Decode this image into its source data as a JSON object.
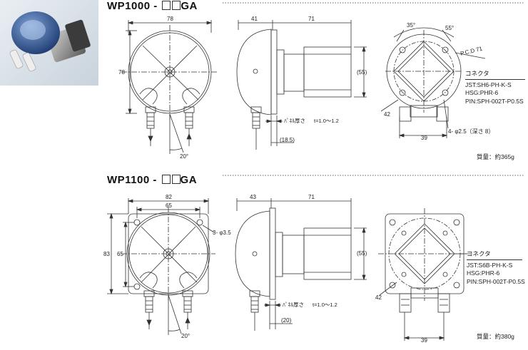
{
  "models": [
    {
      "title_prefix": "WP1000 - ",
      "title_suffix": "GA",
      "front": {
        "width": "78",
        "height": "78",
        "angle": "20°"
      },
      "side": {
        "depth_a": "41",
        "depth_b": "71",
        "motor_height": "(55)",
        "panel_label": "ﾊﾟﾈﾙ厚さ",
        "panel_range": "t=1.0〜1.2",
        "offset": "(18.5)"
      },
      "back": {
        "angle_a": "35°",
        "angle_b": "55°",
        "pcd": "P.C.D 71",
        "connector_title": "コネクタ",
        "connector_lines": [
          "JST:SH6-PH-K-S",
          "HSG:PHR-6",
          "PIN:SPH-002T-P0.5S"
        ],
        "square": "42",
        "pitch": "39",
        "holes": "4- φ2.5（深さ 8）"
      },
      "mass": "質量：約365g"
    },
    {
      "title_prefix": "WP1100 - ",
      "title_suffix": "GA",
      "front": {
        "width": "82",
        "width_inner": "65",
        "height": "83",
        "height_inner": "65",
        "holes": "3- φ3.5",
        "angle": "20°"
      },
      "side": {
        "depth_a": "43",
        "depth_b": "71",
        "motor_height": "(55)",
        "panel_label": "ﾊﾟﾈﾙ厚さ",
        "panel_range": "t=1.0〜1.2",
        "offset": "(20)"
      },
      "back": {
        "connector_title": "コネクタ",
        "connector_lines": [
          "JST:S6B-PH-K-S",
          "HSG:PHR-6",
          "PIN:SPH-002T-P0.5S"
        ],
        "square": "42",
        "pitch": "39"
      },
      "mass": "質量：約380g"
    }
  ],
  "colors": {
    "line": "#333333",
    "accent_blue": "#3a5f9a"
  }
}
